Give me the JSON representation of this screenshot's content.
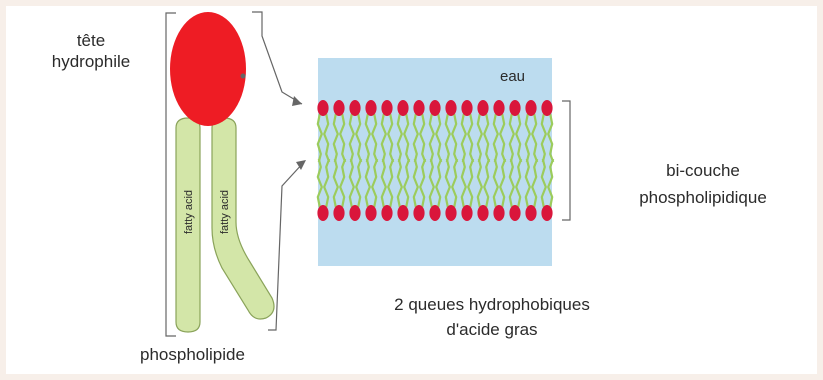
{
  "labels": {
    "head_line1": "tête",
    "head_line2": "hydrophile",
    "water": "eau",
    "bilayer_line1": "bi-couche",
    "bilayer_line2": "phospholipidique",
    "tails_line1": "2 queues hydrophobiques",
    "tails_line2": "d'acide gras",
    "phospholipid": "phospholipide",
    "tail_left": "fatty acid",
    "tail_right": "fatty acid"
  },
  "colors": {
    "head": "#ee1c24",
    "tail_fill": "#d3e6a8",
    "tail_stroke": "#8aa35a",
    "water": "#bcdcef",
    "bead": "#d9163b",
    "chain": "#9ccc5c",
    "bracket": "#666666"
  },
  "bilayer": {
    "heads_per_row": 15
  }
}
